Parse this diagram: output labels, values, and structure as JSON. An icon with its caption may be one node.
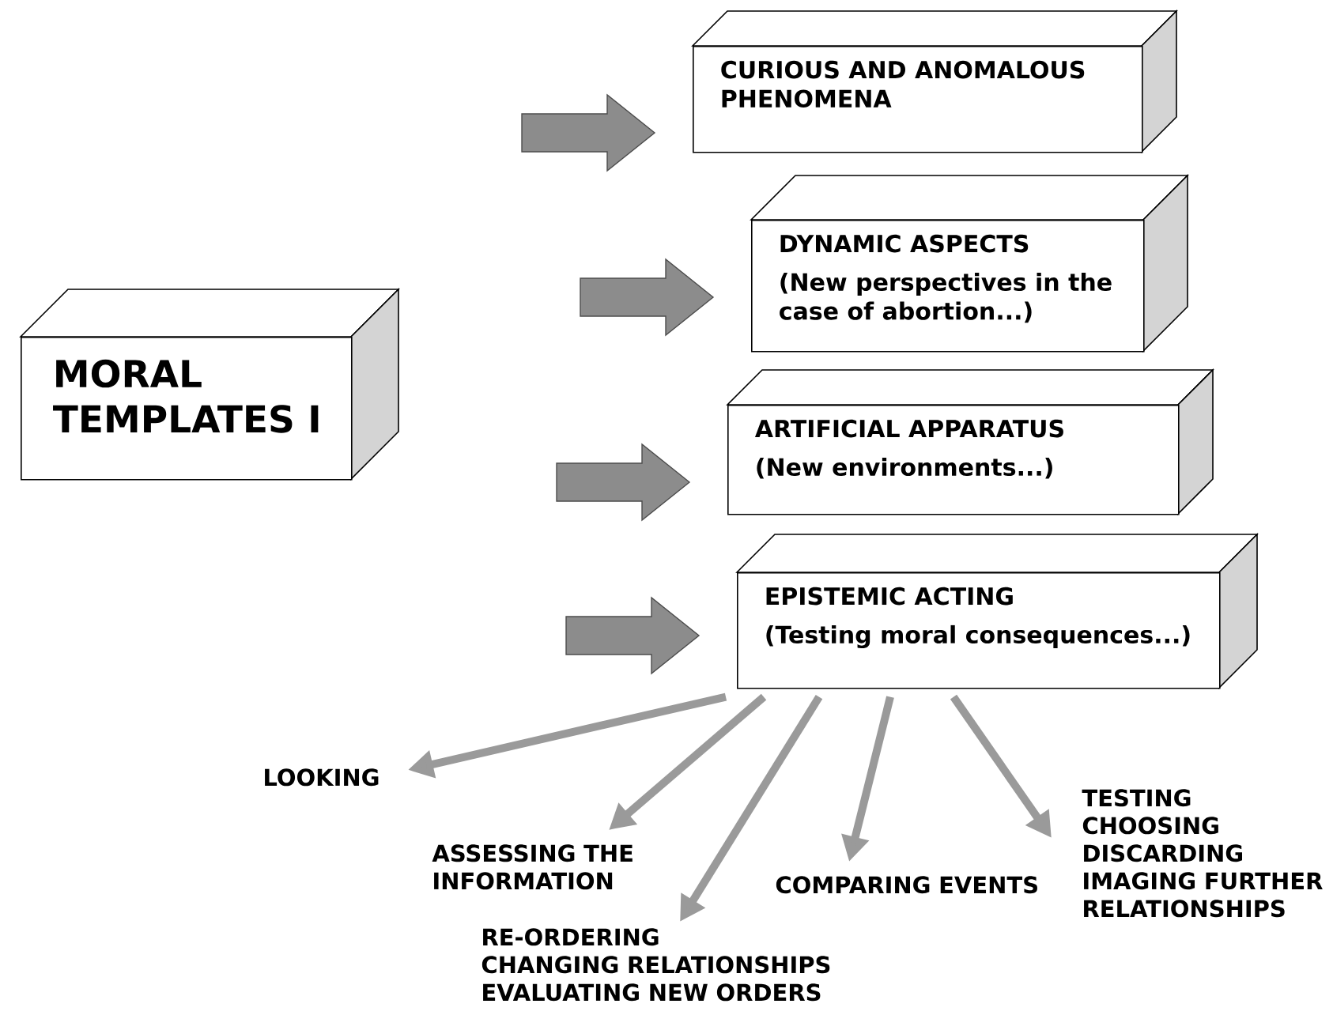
{
  "diagram": {
    "nodes": [
      {
        "text": [
          "MORAL TEMPLATES I"
        ]
      },
      {
        "text": [
          "CURIOUS AND ANOMALOUS PHENOMENA"
        ]
      },
      {
        "text": [
          "DYNAMIC ASPECTS",
          "(New perspectives in the case of abortion...)"
        ]
      },
      {
        "text": [
          "ARTIFICIAL APPARATUS",
          "(New environments...)"
        ]
      },
      {
        "text": [
          "EPISTEMIC ACTING",
          "(Testing moral consequences...)"
        ]
      },
      {
        "text": [
          "LOOKING"
        ]
      },
      {
        "text": [
          "ASSESSING THE INFORMATION"
        ]
      },
      {
        "text": [
          "RE-ORDERING",
          "CHANGING RELATIONSHIPS",
          "EVALUATING NEW ORDERS"
        ]
      },
      {
        "text": [
          "COMPARING EVENTS"
        ]
      },
      {
        "text": [
          "TESTING",
          "CHOOSING",
          "DISCARDING",
          "IMAGING FURTHER RELATIONSHIPS"
        ]
      }
    ],
    "edges": [
      {
        "from": null,
        "to": 1,
        "arrow": "to",
        "style": "thick"
      },
      {
        "from": null,
        "to": 2,
        "arrow": "to",
        "style": "thick"
      },
      {
        "from": null,
        "to": 3,
        "arrow": "to",
        "style": "thick"
      },
      {
        "from": null,
        "to": 4,
        "arrow": "to",
        "style": "thick"
      },
      {
        "from": 4,
        "to": 5,
        "arrow": "to"
      },
      {
        "from": 4,
        "to": 6,
        "arrow": "to"
      },
      {
        "from": 4,
        "to": 7,
        "arrow": "to"
      },
      {
        "from": 4,
        "to": 8,
        "arrow": "to"
      },
      {
        "from": 4,
        "to": 9,
        "arrow": "to"
      }
    ]
  }
}
